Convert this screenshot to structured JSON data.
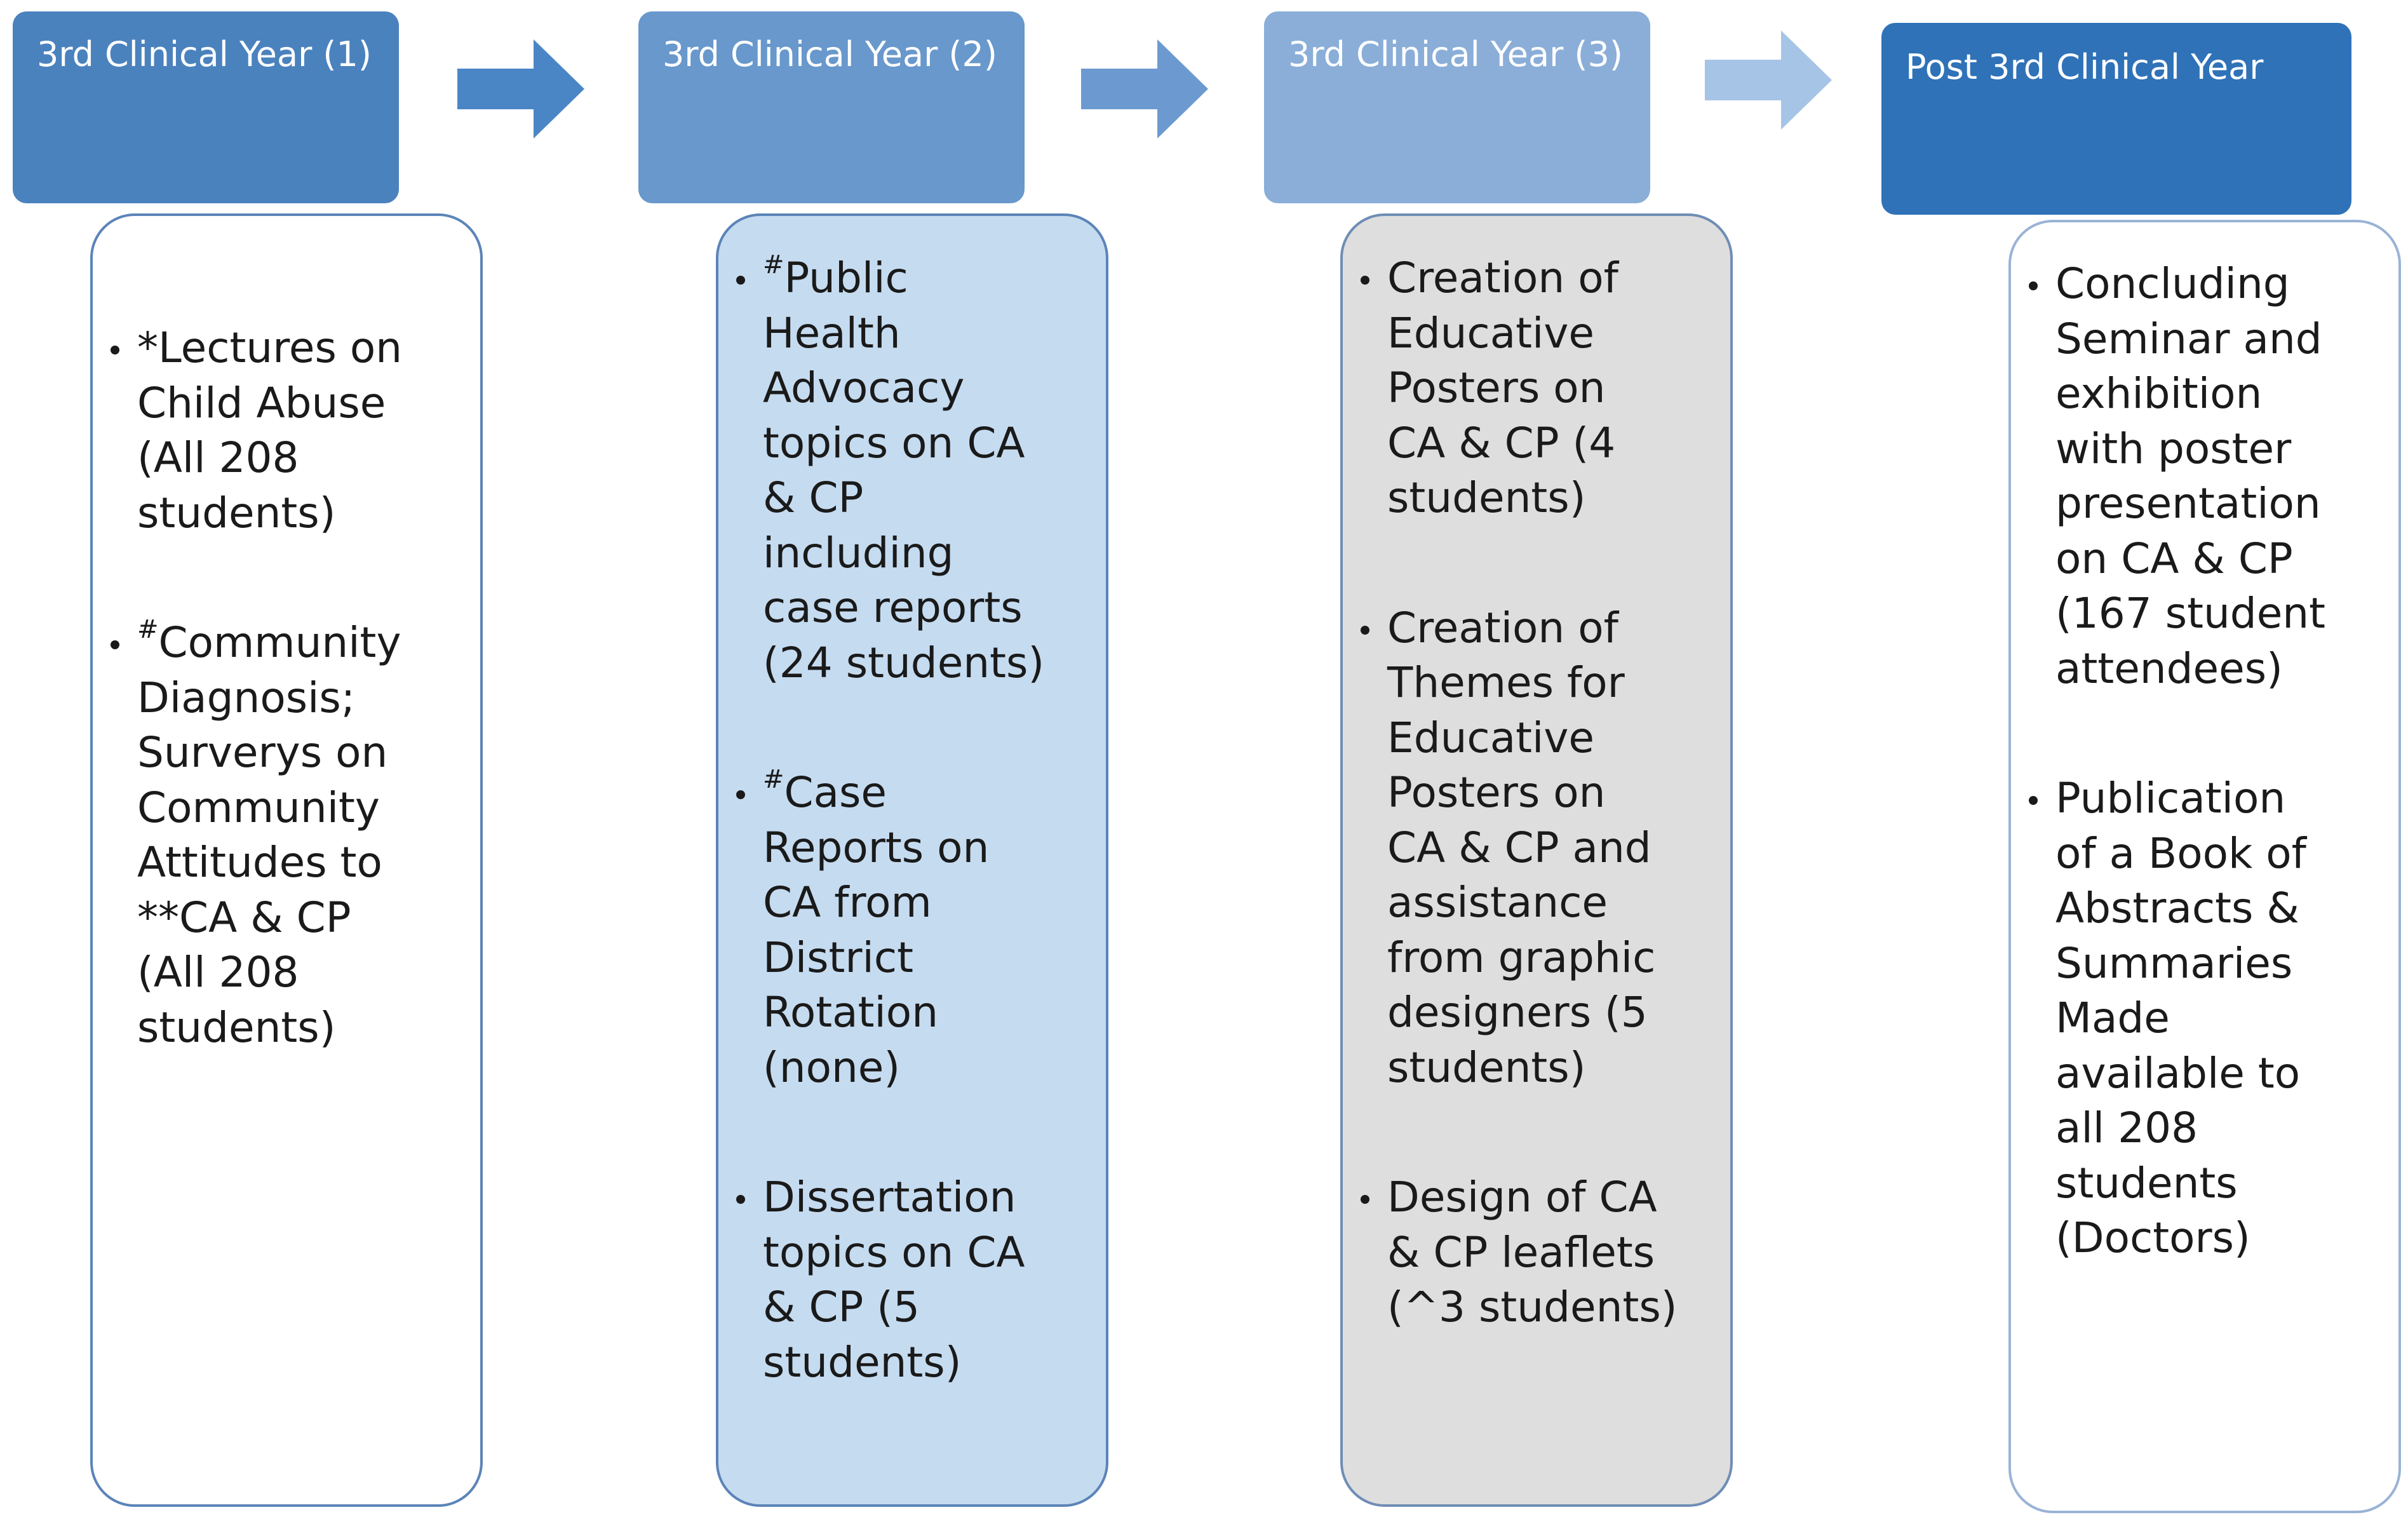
{
  "stages": [
    {
      "header": "3rd Clinical Year (1)",
      "color": "#4a82be",
      "box_fill": "#ffffff",
      "items": [
        [
          "",
          "*Lectures on",
          "Child Abuse",
          "(All 208",
          "students)"
        ],
        [
          "#",
          "Community",
          "Diagnosis;",
          "Surverys on",
          "Community",
          "Attitudes to",
          "**CA & CP",
          "(All 208",
          "students)"
        ]
      ]
    },
    {
      "header": "3rd Clinical Year (2)",
      "color": "#6898cc",
      "box_fill": "#c5dbf0",
      "items": [
        [
          "#",
          "Public",
          "Health",
          "Advocacy",
          "topics on CA",
          "& CP",
          "including",
          "case reports",
          "(24 students)"
        ],
        [
          "#",
          "Case",
          "Reports on",
          "CA from",
          "District",
          "Rotation",
          "(none)"
        ],
        [
          "",
          "Dissertation",
          "topics on CA",
          "& CP (5",
          "students)"
        ]
      ]
    },
    {
      "header": "3rd Clinical Year (3)",
      "color": "#8aaed8",
      "box_fill": "#dedede",
      "items": [
        [
          "",
          "Creation of",
          "Educative",
          "Posters on",
          "CA & CP (4",
          "students)"
        ],
        [
          "",
          "Creation of",
          "Themes for",
          "Educative",
          "Posters on",
          "CA & CP and",
          "assistance",
          "from graphic",
          "designers (5",
          "students)"
        ],
        [
          "",
          "Design of CA",
          "& CP leaflets",
          "(^3 students)"
        ]
      ]
    },
    {
      "header": "Post 3rd Clinical Year",
      "color": "#2f72b8",
      "box_fill": "#ffffff",
      "items": [
        [
          "",
          "Concluding",
          "Seminar and",
          "exhibition",
          "with poster",
          "presentation",
          "on CA & CP",
          "(167 student",
          "attendees)"
        ],
        [
          "",
          "Publication",
          "of a Book of",
          "Abstracts &",
          "Summaries",
          "Made",
          "available to",
          "all 208",
          "students",
          "(Doctors)"
        ]
      ]
    }
  ],
  "arrow_colors": [
    "#4a86c6",
    "#6c9ad0",
    "#a6c4e6"
  ]
}
